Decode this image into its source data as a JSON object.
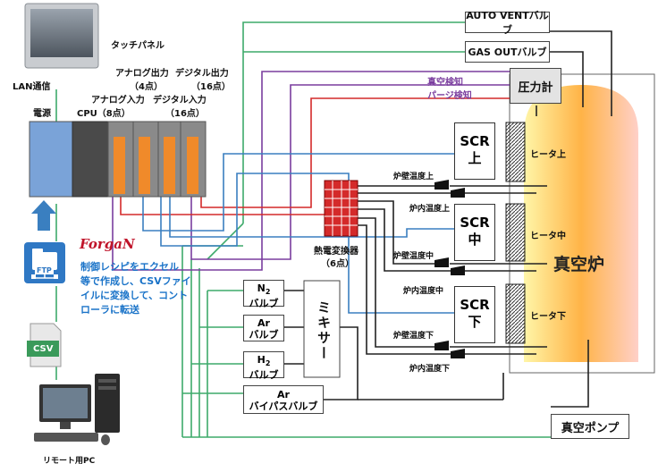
{
  "title": {
    "touch_panel": "タッチパネル",
    "lan": "LAN通信",
    "power": "電源",
    "cpu": "CPU（8点）",
    "analog_in": "アナログ入力",
    "analog_out": "アナログ出力",
    "analog_out_pts": "（4点）",
    "digital_in": "デジタル入力",
    "digital_in_pts": "（16点）",
    "digital_out": "デジタル出力",
    "digital_out_pts": "（16点）",
    "brand": "ForgaN",
    "ftp": "FTP",
    "csv": "CSV",
    "remote_pc": "リモート用PC",
    "description": [
      "制御レシピをエクセル",
      "等で作成し、CSVファイ",
      "イルに変換して、コント",
      "ローラに転送"
    ]
  },
  "valves": {
    "auto_vent": "AUTO VENTバルブ",
    "gas_out": "GAS OUTバルブ",
    "n2_a": "N",
    "n2_sub": "2",
    "n2_b": "バルブ",
    "ar_a": "Ar",
    "ar_b": "バルブ",
    "h2_a": "H",
    "h2_sub": "2",
    "h2_b": "バルブ",
    "bypass_a": "Ar",
    "bypass_b": "バイパスバルブ"
  },
  "signals": {
    "vac_detect": "真空検知",
    "purge_detect": "パージ検知"
  },
  "pressure_gauge": "圧力計",
  "thermocouple": {
    "line1": "熱電変換器",
    "line2": "（6点）"
  },
  "scr": [
    {
      "name": "SCR",
      "pos": "上"
    },
    {
      "name": "SCR",
      "pos": "中"
    },
    {
      "name": "SCR",
      "pos": "下"
    }
  ],
  "heaters": [
    "ヒータ上",
    "ヒータ中",
    "ヒータ下"
  ],
  "temps": [
    "炉壁温度上",
    "炉内温度上",
    "炉壁温度中",
    "炉内温度中",
    "炉壁温度下",
    "炉内温度下"
  ],
  "mixer": "ミキサー",
  "furnace": "真空炉",
  "vacuum_pump": "真空ポンプ",
  "colors": {
    "green": "#3daa6a",
    "purple": "#7a3d9e",
    "red": "#d42a2a",
    "blue": "#3a7fc0",
    "black": "#222222",
    "brand_red": "#c0142a",
    "text_blue": "#1a73c8"
  }
}
